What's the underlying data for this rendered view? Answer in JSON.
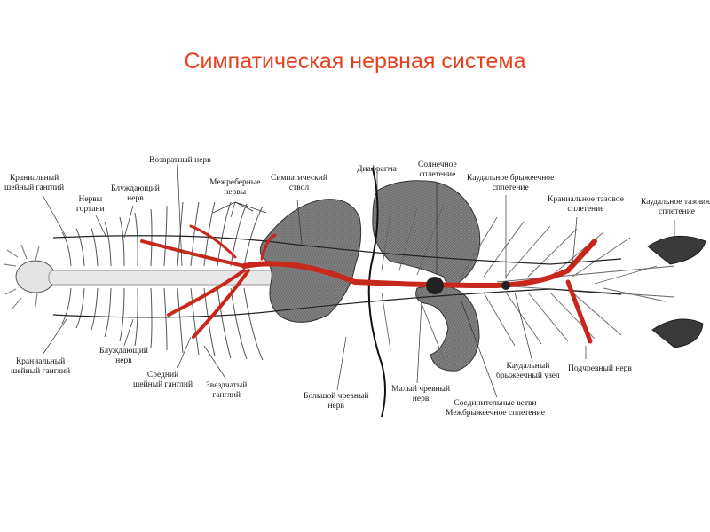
{
  "title": "Симпатическая нервная система",
  "labels": {
    "cranial_ganglion_top": [
      "Краниальный",
      "шейный ганглий"
    ],
    "larynx_nerves": [
      "Нервы",
      "гортани"
    ],
    "vagus_top": [
      "Блуждающий",
      "нерв"
    ],
    "recurrent_nerve": [
      "Возвратный нерв"
    ],
    "intercostal_nerves": [
      "Межреберные",
      "нервы"
    ],
    "sympathetic_trunk": [
      "Симпатический",
      "ствол"
    ],
    "diaphragm": [
      "Диафрагма"
    ],
    "solar_plexus": [
      "Солнечное",
      "сплетение"
    ],
    "caudal_mesenteric_plexus": [
      "Каудальное брыжеечное",
      "сплетение"
    ],
    "cranial_pelvic_plexus": [
      "Краниальное тазовое",
      "сплетение"
    ],
    "caudal_pelvic_plexus": [
      "Каудальное тазовое",
      "сплетение"
    ],
    "cranial_ganglion_bottom": [
      "Краниальный",
      "шейный ганглий"
    ],
    "vagus_bottom": [
      "Блуждающий",
      "нерв"
    ],
    "middle_cervical_ganglion": [
      "Средний",
      "шейный ганглий"
    ],
    "stellate_ganglion": [
      "Звездчатый",
      "ганглий"
    ],
    "greater_splanchnic": [
      "Большой чревный",
      "нерв"
    ],
    "lesser_splanchnic": [
      "Малый чревный",
      "нерв"
    ],
    "connecting_branches": [
      "Соединительные ветви",
      "Межбрыжеечное сплетение"
    ],
    "caudal_mesenteric_ganglion": [
      "Каудальный",
      "брыжеечный узел"
    ],
    "pudendal_nerve": [
      "Подчревный нерв"
    ]
  },
  "colors": {
    "title": "#e8401c",
    "artery": "#c8281c",
    "organ_fill": "#707070",
    "nerve": "#2a2a2a"
  }
}
